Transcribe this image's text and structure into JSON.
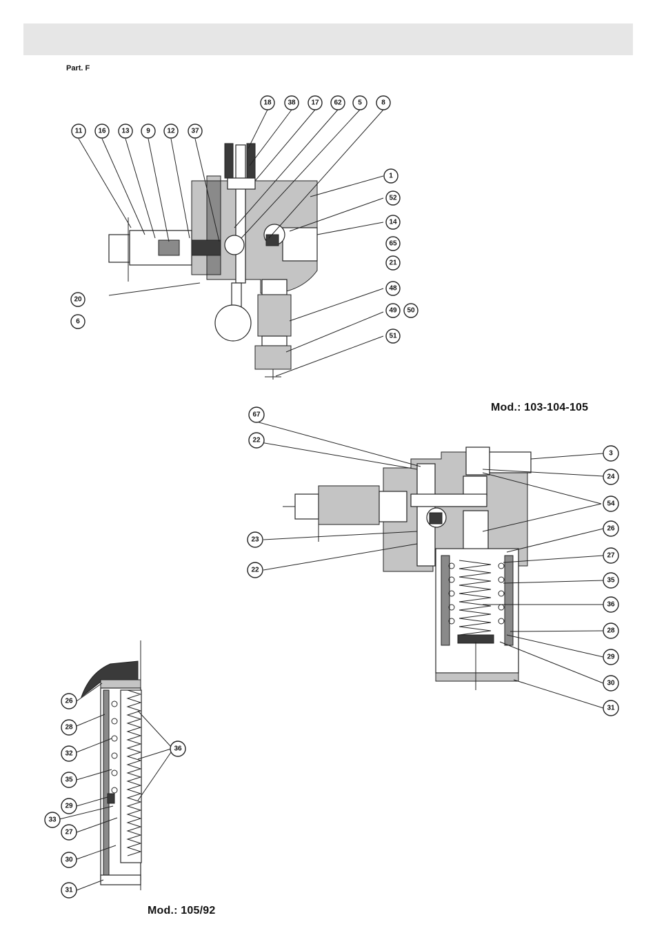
{
  "part_label": "Part. F",
  "model_top": "Mod.: 103-104-105",
  "model_bottom": "Mod.: 105/92",
  "diagram1_callouts": [
    "18",
    "38",
    "17",
    "62",
    "5",
    "8",
    "11",
    "16",
    "13",
    "9",
    "12",
    "37",
    "1",
    "52",
    "14",
    "65",
    "21",
    "20",
    "6",
    "48",
    "49",
    "50",
    "51"
  ],
  "diagram2_callouts": [
    "67",
    "22",
    "3",
    "24",
    "54",
    "23",
    "22",
    "26",
    "27",
    "35",
    "36",
    "28",
    "29",
    "30",
    "31"
  ],
  "diagram3_callouts": [
    "26",
    "28",
    "32",
    "35",
    "29",
    "33",
    "27",
    "30",
    "31",
    "36"
  ]
}
